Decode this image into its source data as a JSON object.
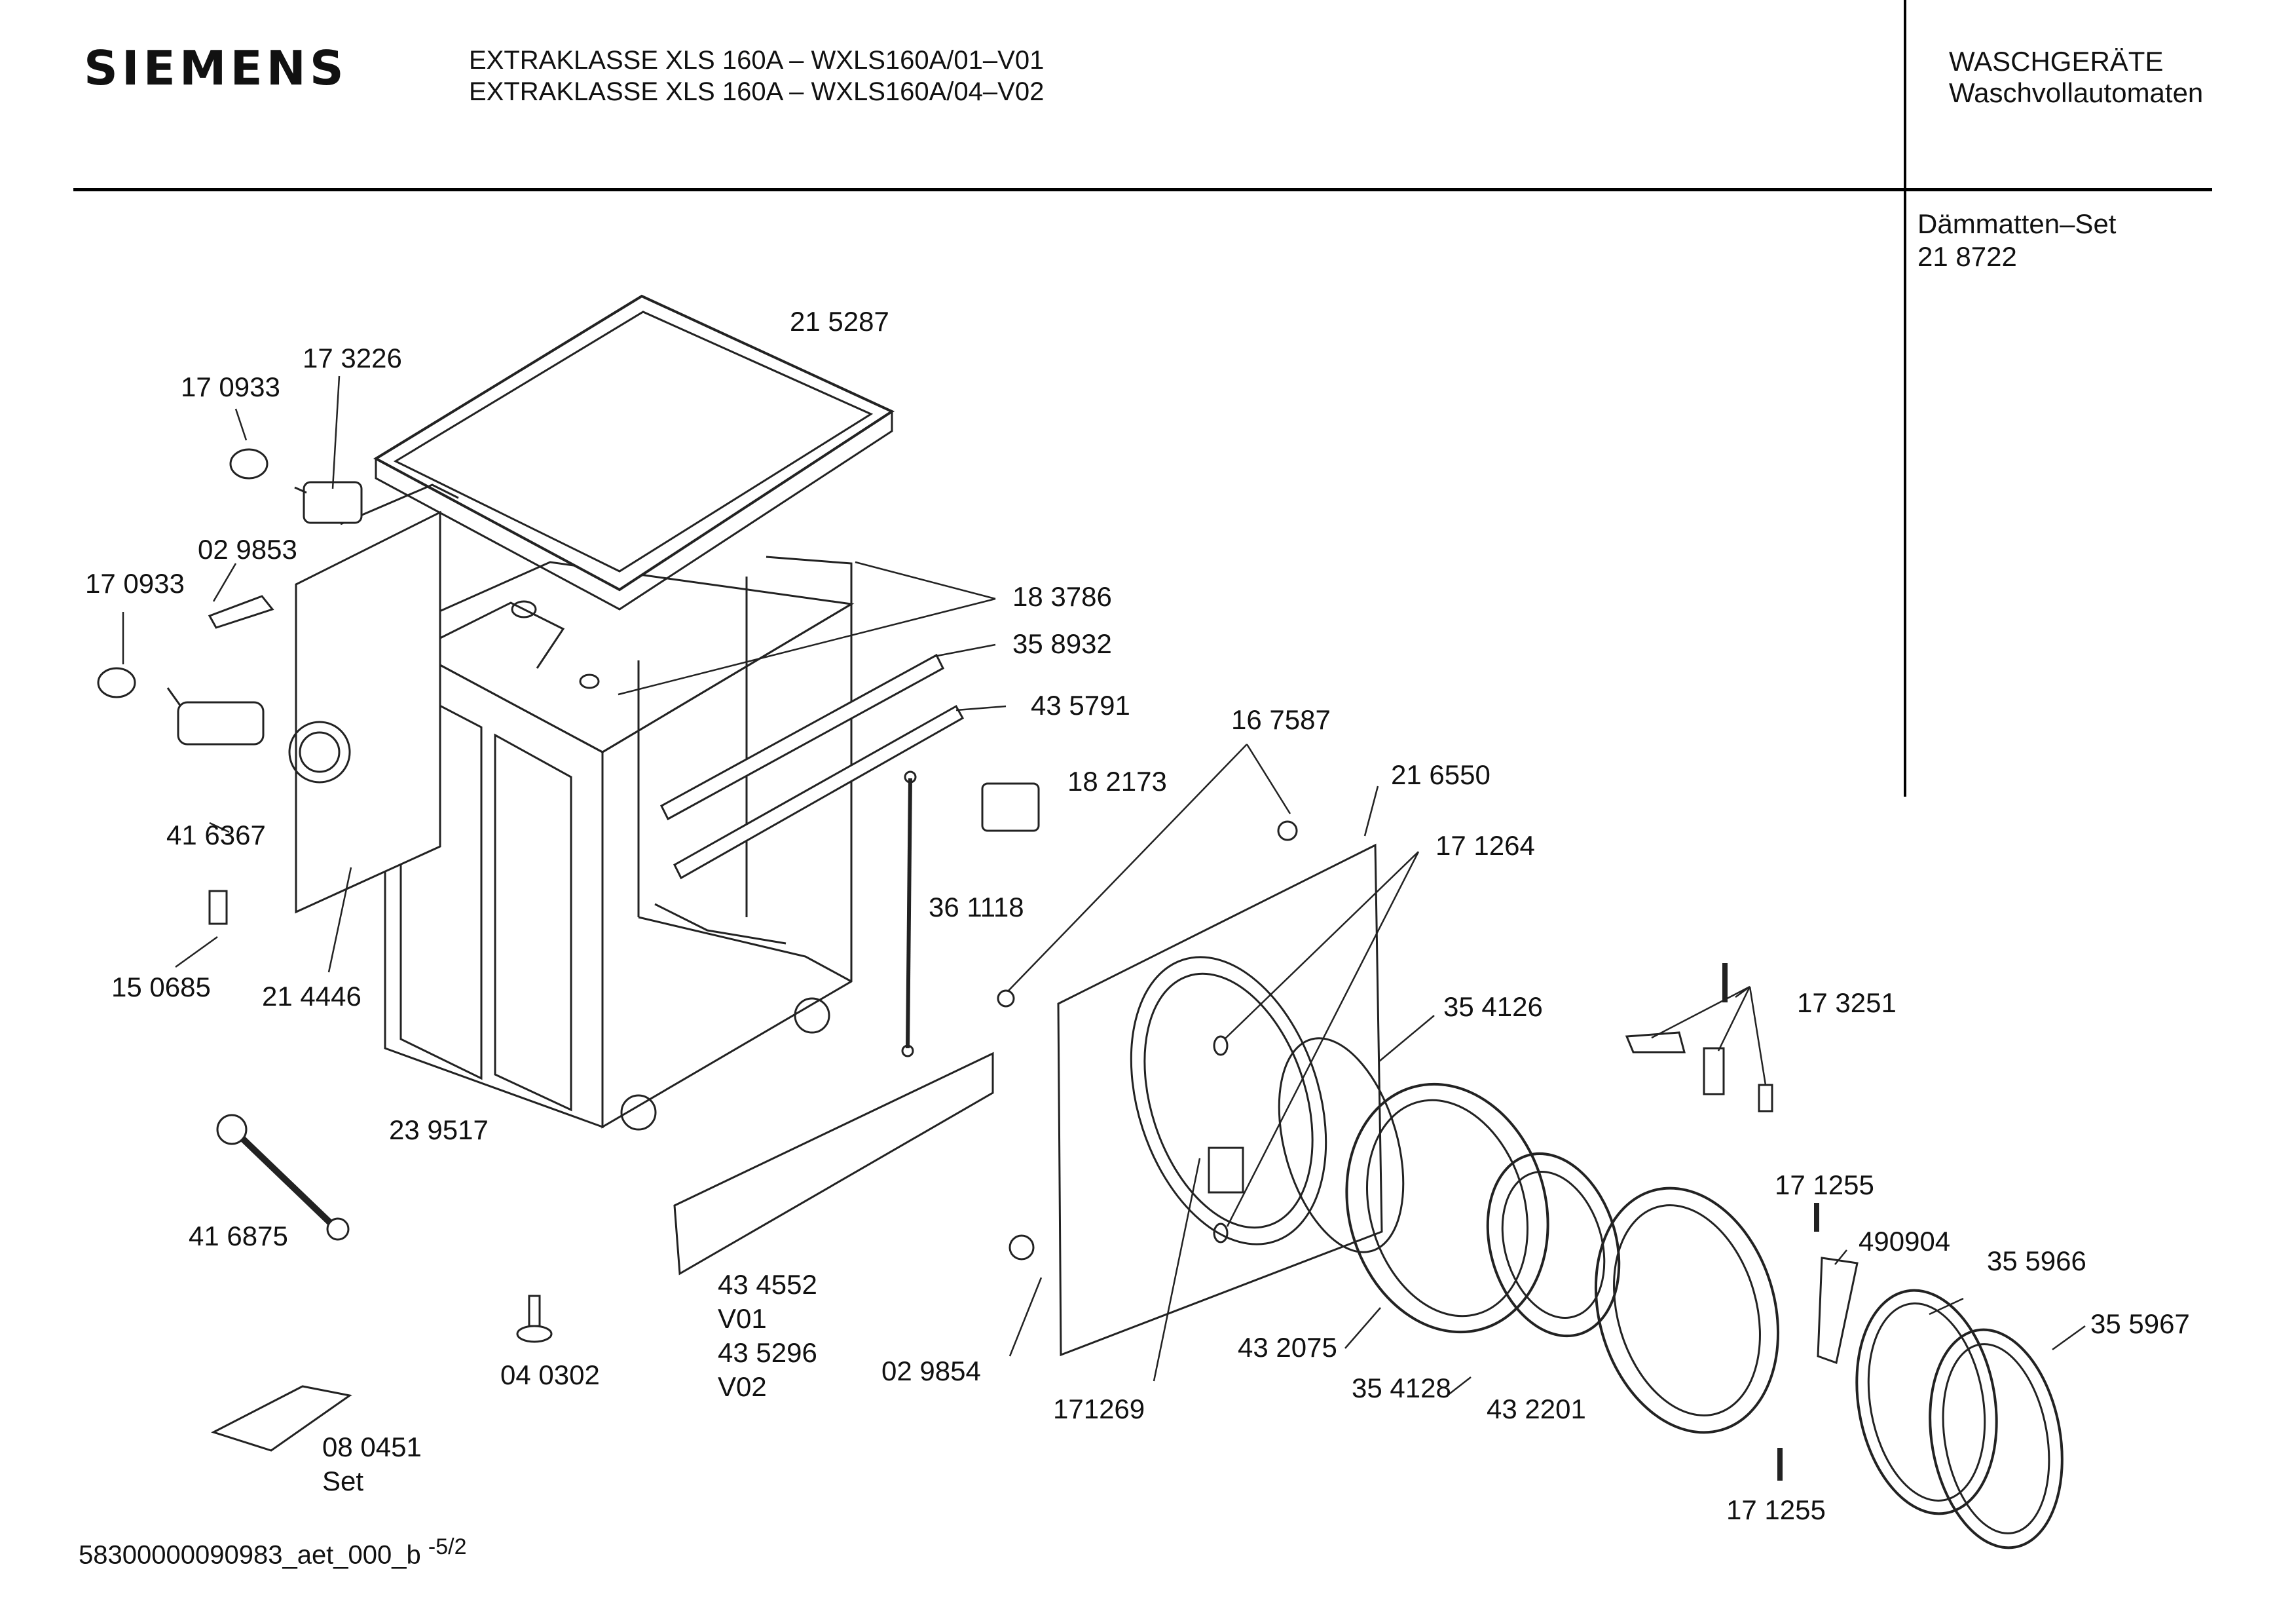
{
  "header": {
    "brand": "SIEMENS",
    "model_line_1": "EXTRAKLASSE XLS 160A – WXLS160A/01–V01",
    "model_line_2": "EXTRAKLASSE XLS 160A – WXLS160A/04–V02",
    "category": "WASCHGERÄTE",
    "subcategory": "Waschvollautomaten"
  },
  "side_note": {
    "title": "Dämmatten–Set",
    "number": "21 8722"
  },
  "parts": {
    "p215287": "21 5287",
    "p173226": "17 3226",
    "p170933a": "17 0933",
    "p029853": "02 9853",
    "p170933b": "17 0933",
    "p183786": "18 3786",
    "p358932": "35 8932",
    "p435791": "43 5791",
    "p167587": "16 7587",
    "p182173": "18 2173",
    "p216550": "21 6550",
    "p416367": "41 6367",
    "p171264": "17 1264",
    "p361118": "36 1118",
    "p150685": "15 0685",
    "p214446": "21 4446",
    "p354126": "35 4126",
    "p173251": "17 3251",
    "p239517": "23 9517",
    "p171255a": "17 1255",
    "p416875": "41 6875",
    "p490904": "490904",
    "p355966": "35 5966",
    "p434552": "43 4552",
    "v01": "V01",
    "p435296": "43 5296",
    "v02": "V02",
    "p355967": "35 5967",
    "p432075": "43 2075",
    "p029854": "02 9854",
    "p040302": "04 0302",
    "p354128": "35 4128",
    "p432201": "43 2201",
    "p171269": "171269",
    "p080451": "08 0451",
    "set": "Set",
    "p171255b": "17 1255"
  },
  "footer": {
    "code": "58300000090983_aet_000_b",
    "page": "-5/2"
  }
}
